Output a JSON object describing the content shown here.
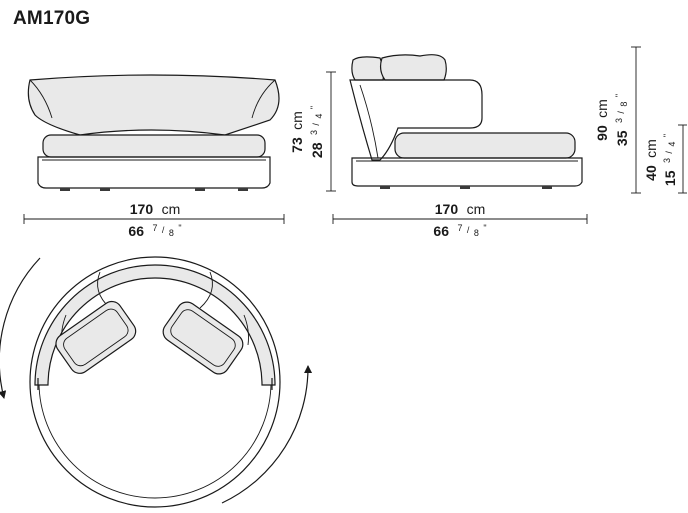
{
  "model": "AM170G",
  "front_view": {
    "width_cm": "170",
    "width_cm_unit": "cm",
    "width_in": "66",
    "width_in_frac_num": "7",
    "width_in_frac_den": "8",
    "width_in_mark": "\"",
    "height_cm": "73",
    "height_cm_unit": "cm",
    "height_in": "28",
    "height_in_frac_num": "3",
    "height_in_frac_den": "4",
    "height_in_mark": "\""
  },
  "side_view": {
    "width_cm": "170",
    "width_cm_unit": "cm",
    "width_in": "66",
    "width_in_frac_num": "7",
    "width_in_frac_den": "8",
    "width_in_mark": "\"",
    "total_height_cm": "90",
    "total_height_cm_unit": "cm",
    "total_height_in": "35",
    "total_height_in_frac_num": "3",
    "total_height_in_frac_den": "8",
    "total_height_in_mark": "\"",
    "seat_height_cm": "40",
    "seat_height_cm_unit": "cm",
    "seat_height_in": "15",
    "seat_height_in_frac_num": "3",
    "seat_height_in_frac_den": "4",
    "seat_height_in_mark": "\""
  },
  "top_view": {
    "rotation_icon": "rotation-arrows-icon"
  }
}
